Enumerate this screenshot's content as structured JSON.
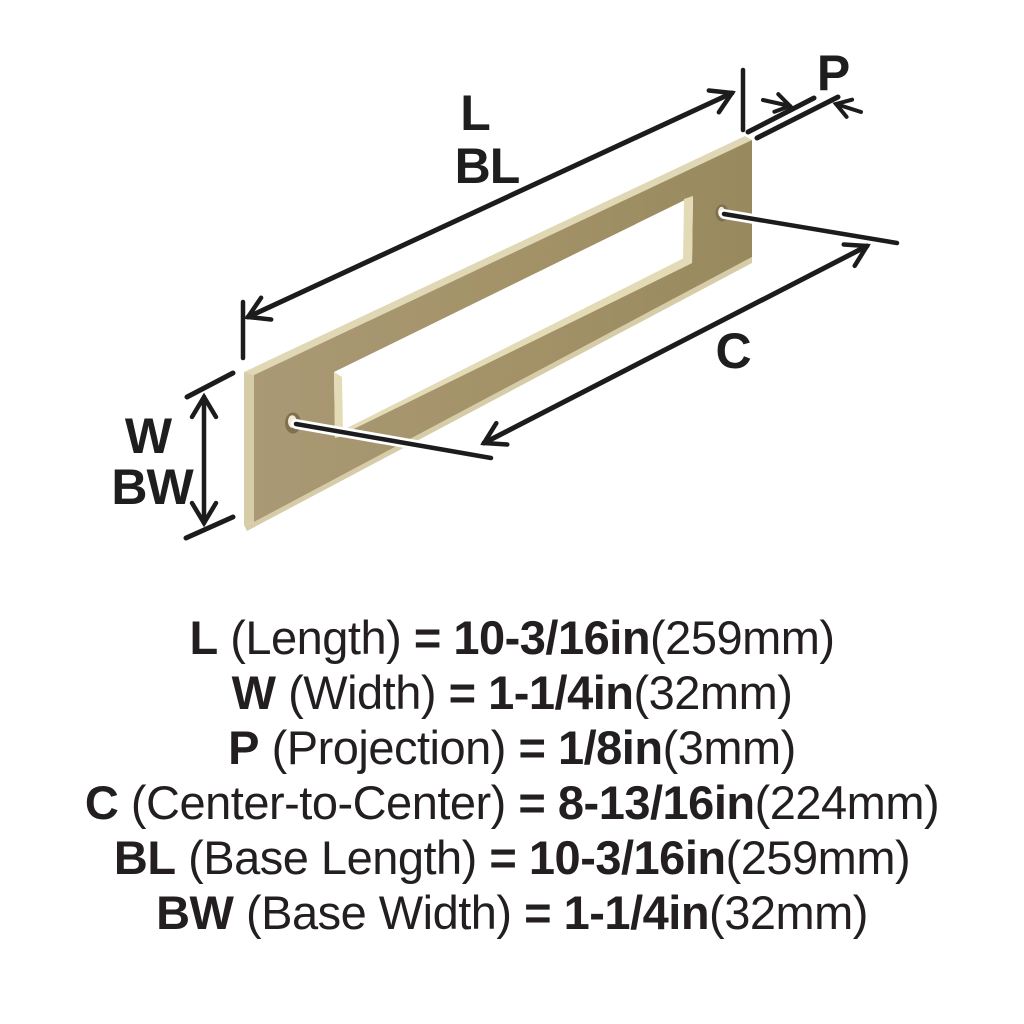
{
  "dim_labels": {
    "length": "L",
    "base_length": "BL",
    "projection": "P",
    "center_to_center": "C",
    "width": "W",
    "base_width": "BW"
  },
  "specs": [
    {
      "abbr": "L",
      "name": "(Length)",
      "eq_value": "= 10-3/16in",
      "metric": "(259mm)"
    },
    {
      "abbr": "W",
      "name": "(Width)",
      "eq_value": "= 1-1/4in",
      "metric": "(32mm)"
    },
    {
      "abbr": "P",
      "name": "(Projection)",
      "eq_value": "= 1/8in",
      "metric": "(3mm)"
    },
    {
      "abbr": "C",
      "name": "(Center-to-Center)",
      "eq_value": "= 8-13/16in",
      "metric": "(224mm)"
    },
    {
      "abbr": "BL",
      "name": "(Base Length)",
      "eq_value": "= 10-3/16in",
      "metric": "(259mm)"
    },
    {
      "abbr": "BW",
      "name": "(Base Width)",
      "eq_value": "= 1-1/4in",
      "metric": "(32mm)"
    }
  ],
  "colors": {
    "brass_face": "#a39267",
    "brass_edge_light": "#e0d7b4",
    "dimension_line": "#1c1c1c",
    "text": "#231f20",
    "background": "#ffffff"
  }
}
